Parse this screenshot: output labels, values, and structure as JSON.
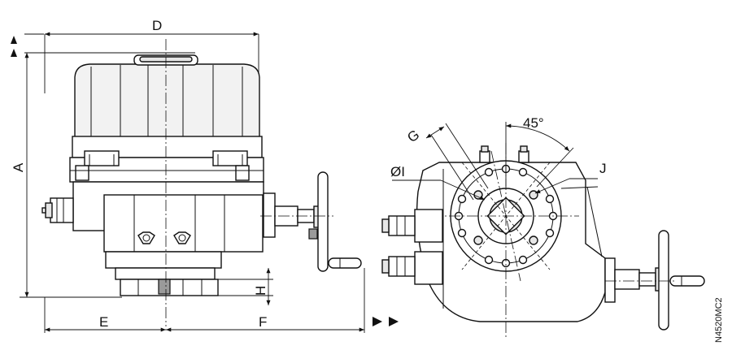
{
  "labels": {
    "D": "D",
    "A": "A",
    "E": "E",
    "F": "F",
    "H": "H",
    "G": "G",
    "OI": "ØI",
    "J": "J",
    "angle": "45°"
  },
  "drawing_code": "N4520MC2"
}
